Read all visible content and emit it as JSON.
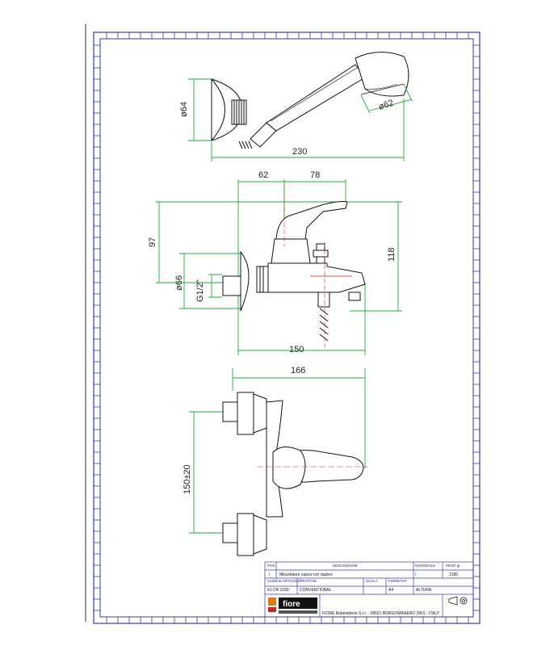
{
  "colors": {
    "frame": "#3a3aa8",
    "dimension": "#1faa3a",
    "outline": "#111111",
    "accent": "#cc2222",
    "brand": "#e07a10"
  },
  "dimensions": {
    "head_diameter": "ø64",
    "spray_diameter": "ø62",
    "shower_length": "230",
    "spout_offset": "62",
    "lever_offset": "78",
    "height_left": "97",
    "height_right": "118",
    "inlet_diameter": "ø66",
    "thread": "G1/2\"",
    "body_length": "150",
    "top_width": "166",
    "centers": "150±20"
  },
  "title_block": {
    "pos_label": "POS",
    "description_label": "DESCRIZIONE",
    "material_label": "MATERIALE",
    "weight_label": "PESO gr.",
    "pos_value": "/",
    "description_value": "Miscelatore vasca con duplex",
    "material_value": "/",
    "weight_value": "2180",
    "code_label": "CODICE ARTICOLO",
    "code_value": "41 CR 1530",
    "treatment_label": "TRATTAM.",
    "treatment_value": "CONVENTIONAL",
    "scale_label": "SCALA",
    "scale_value": "",
    "format_label": "FORMATO",
    "format_value": "A4",
    "check_label": "",
    "check_value": "ALTURA",
    "company_logo": "fiore",
    "company_line": "FIORE Rubinetterie S.r.l. - 28021 BORGOMANERO (NO) - ITALY",
    "projection_icon": "first-angle-projection-icon"
  }
}
